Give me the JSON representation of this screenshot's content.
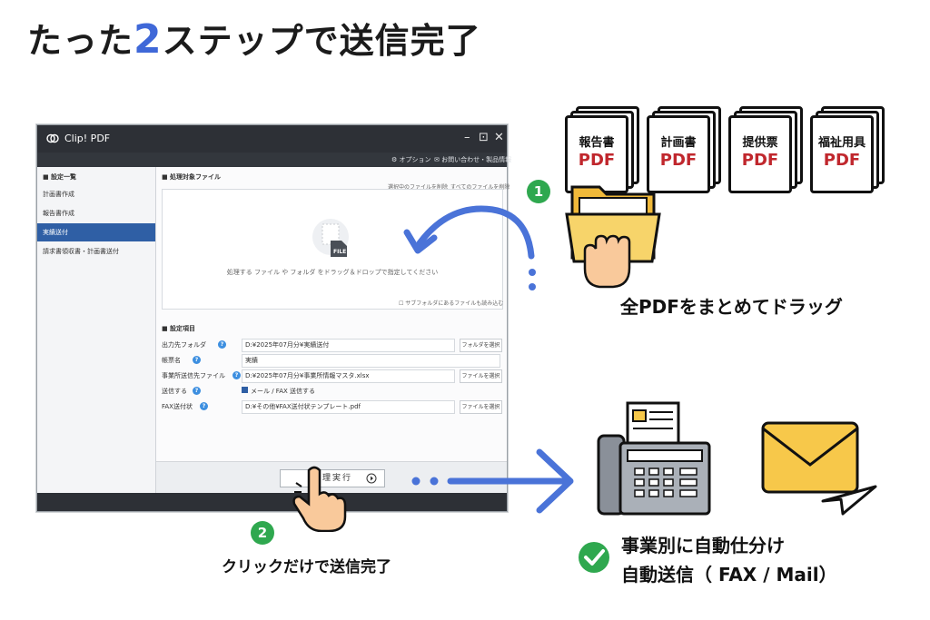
{
  "headline": {
    "before": "たった",
    "number": "2",
    "after": "ステップで送信完了"
  },
  "app": {
    "title": "Clip! PDF",
    "window_controls": {
      "minimize": "–",
      "maximize": "⊡",
      "close": "✕"
    },
    "toolbar": {
      "options": "⚙ オプション",
      "contact": "✉ お問い合わせ・製品情報"
    },
    "sidebar": {
      "heading": "■ 設定一覧",
      "items": [
        {
          "label": "計画書作成",
          "active": false
        },
        {
          "label": "報告書作成",
          "active": false
        },
        {
          "label": "実績送付",
          "active": true
        },
        {
          "label": "請求書領収書・計画書送付",
          "active": false
        }
      ]
    },
    "files_section": {
      "title": "■ 処理対象ファイル",
      "delete_selected": "選択中のファイルを削除",
      "delete_all": "すべてのファイルを削除",
      "drop_hint": "処理する ファイル や フォルダ をドラッグ＆ドロップで指定してください",
      "file_icon_label": "FILE",
      "subfolder_checkbox": "サブフォルダにあるファイルも読み込む"
    },
    "settings_section": {
      "title": "■ 設定項目",
      "rows": [
        {
          "label": "出力先フォルダ",
          "value": "D:¥2025年07月分¥実績送付",
          "button": "フォルダを選択"
        },
        {
          "label": "帳票名",
          "value": "実績",
          "button": ""
        },
        {
          "label": "事業所送信先ファイル",
          "value": "D:¥2025年07月分¥事業所情報マスタ.xlsx",
          "button": "ファイルを選択"
        },
        {
          "label": "送信する",
          "value": "メール / FAX 送信する",
          "button": ""
        },
        {
          "label": "FAX送付状",
          "value": "D:¥その他¥FAX送付状テンプレート.pdf",
          "button": "ファイルを選択"
        }
      ]
    },
    "run_button": "処理実行"
  },
  "documents": [
    {
      "label": "報告書",
      "tag": "PDF"
    },
    {
      "label": "計画書",
      "tag": "PDF"
    },
    {
      "label": "提供票",
      "tag": "PDF"
    },
    {
      "label": "福祉用具",
      "tag": "PDF"
    }
  ],
  "steps": {
    "step1": {
      "number": "1",
      "caption": "全PDFをまとめてドラッグ"
    },
    "step2": {
      "number": "2",
      "caption": "クリックだけで送信完了"
    }
  },
  "result": {
    "line1": "事業別に自動仕分け",
    "line2": "自動送信（ FAX / Mail）"
  },
  "colors": {
    "accent_blue": "#4a73d8",
    "step_green": "#2fa84f",
    "pdf_red": "#c0272d",
    "folder_yellow": "#f7c84a",
    "sidebar_active": "#2f5fa5"
  }
}
